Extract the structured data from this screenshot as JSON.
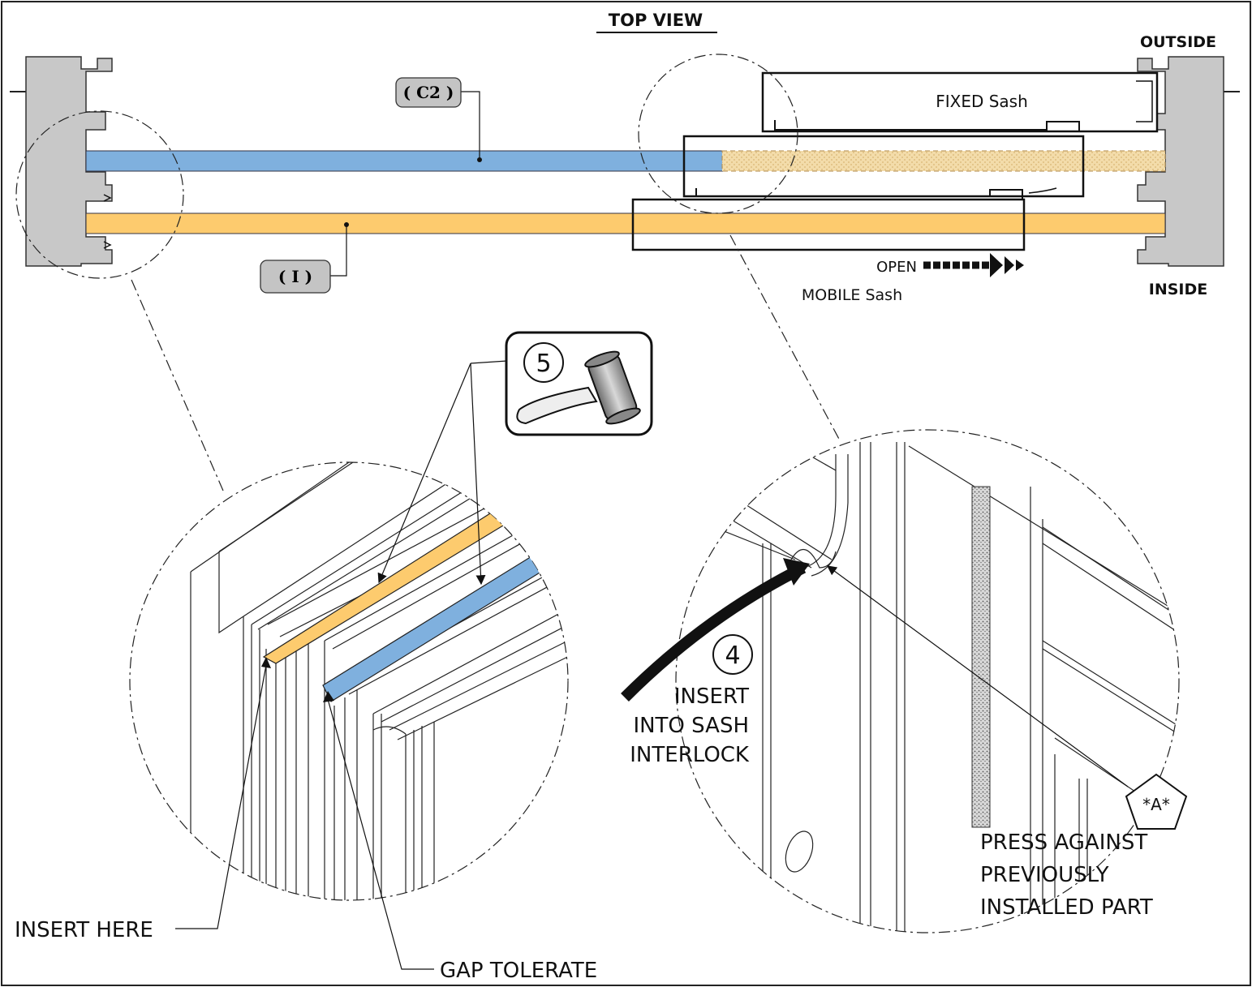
{
  "header": {
    "title": "TOP VIEW"
  },
  "sides": {
    "outside": "OUTSIDE",
    "inside": "INSIDE"
  },
  "tags": {
    "c2": "( C2 )",
    "i": "( I )"
  },
  "sashes": {
    "fixed": "FIXED Sash",
    "open": "OPEN",
    "mobile": "MOBILE Sash"
  },
  "steps": {
    "hammer_step": "5",
    "insert_step": "4",
    "insert_lines": [
      "INSERT",
      "INTO SASH",
      "INTERLOCK"
    ]
  },
  "callouts": {
    "insert_here": "INSERT HERE",
    "gap_tolerate": "GAP TOLERATE",
    "ref_mark": "*A*",
    "press_lines": [
      "PRESS AGAINST",
      "PREVIOUSLY",
      "INSTALLED PART"
    ]
  },
  "colors": {
    "strip_c2": "#7fb0de",
    "strip_i": "#fdcb6e",
    "frame_gray": "#c8c8c8",
    "tag_gray": "#c4c4c4",
    "hatch": "#f3dcaa"
  },
  "icons": {
    "hammer": "hammer-icon",
    "arrow": "open-direction-arrow-icon"
  }
}
